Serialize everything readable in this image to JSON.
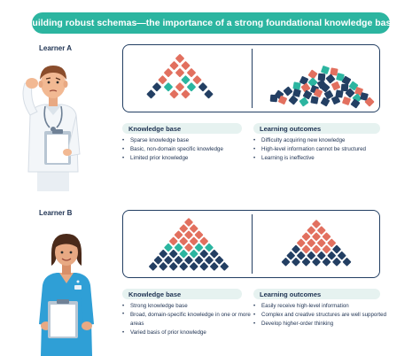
{
  "title": "Building robust schemas—the importance of a strong foundational knowledge base",
  "colors": {
    "teal": "#2cb5a0",
    "salmon": "#e2705f",
    "navy": "#233f63",
    "pill_bg": "#e6f2f0"
  },
  "learners": [
    {
      "label": "Learner A",
      "knowledge_heading": "Knowledge base",
      "knowledge_items": [
        "Sparse knowledge base",
        "Basic, non-domain specific knowledge",
        "Limited prior knowledge"
      ],
      "outcomes_heading": "Learning outcomes",
      "outcome_items": [
        "Difficulty acquiring new knowledge",
        "High-level information cannot be structured",
        "Learning is ineffective"
      ]
    },
    {
      "label": "Learner B",
      "knowledge_heading": "Knowledge base",
      "knowledge_items": [
        "Strong knowledge base",
        "Broad, domain-specific knowledge in one or more areas",
        "Varied basis of prior knowledge"
      ],
      "outcomes_heading": "Learning outcomes",
      "outcome_items": [
        "Easily receive high-level information",
        "Complex and creative structures are well supported",
        "Develop higher-order thinking"
      ]
    }
  ],
  "icons": {
    "learner_a": "confused-nurse-icon",
    "learner_b": "confident-nurse-icon"
  }
}
